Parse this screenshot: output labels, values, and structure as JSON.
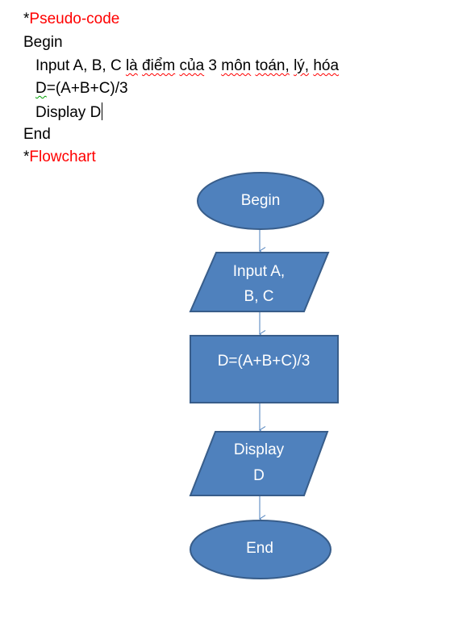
{
  "pseudo": {
    "heading_star": "*",
    "heading_label": "Pseudo-code",
    "begin": "Begin",
    "input_prefix": "Input A, B, C ",
    "input_la": "là",
    "input_space1": " ",
    "input_diem": "điểm",
    "input_space2": " ",
    "input_cua": "của",
    "input_3": " 3 ",
    "input_mon": "môn",
    "input_space3": " ",
    "input_toan": "toán,",
    "input_space4": " ",
    "input_ly": "lý,",
    "input_space5": " ",
    "input_hoa": "hóa",
    "calc_d": "D",
    "calc_rest": "=(A+B+C)/3",
    "display": "Display D",
    "end": "End"
  },
  "flowchart": {
    "heading_star": "*",
    "heading_label": "Flowchart",
    "begin_label": "Begin",
    "input_line1": "Input A,",
    "input_line2": "B, C",
    "process_label": "D=(A+B+C)/3",
    "display_line1": "Display",
    "display_line2": "D",
    "end_label": "End"
  },
  "colors": {
    "shape_fill": "#4f81bd",
    "shape_stroke": "#385d8a",
    "connector": "#4a7ebb",
    "heading_red": "#ff0000"
  }
}
